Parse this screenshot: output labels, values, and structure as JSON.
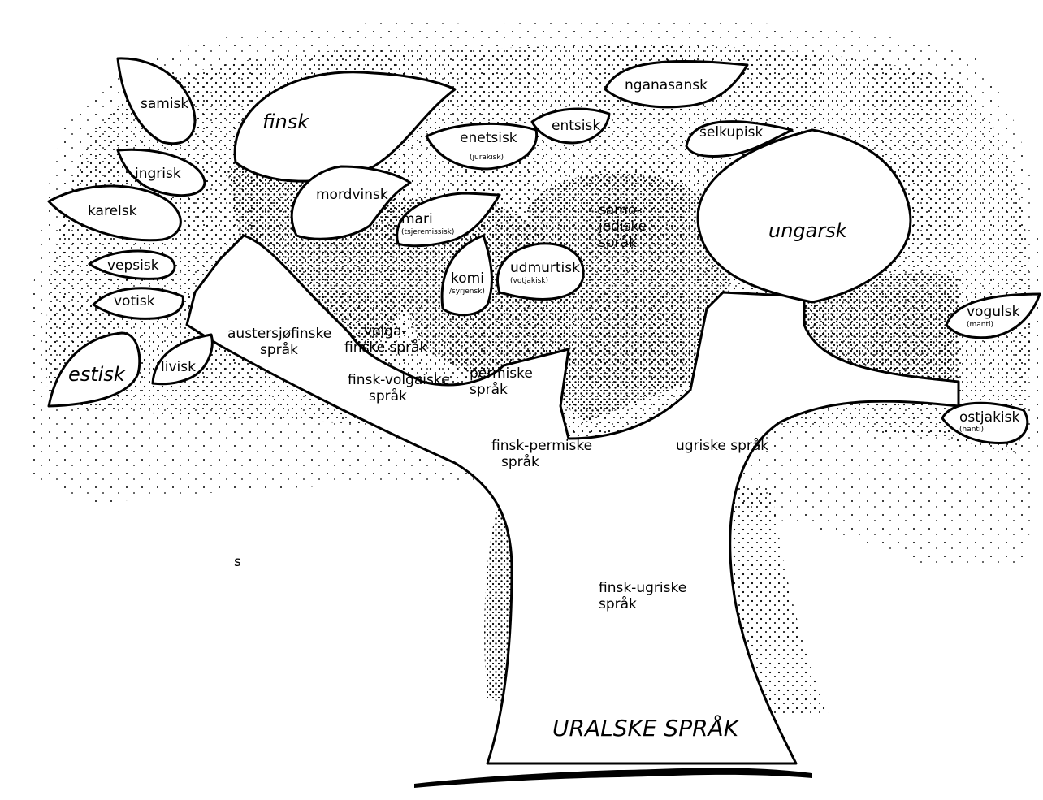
{
  "colors": {
    "ink": "#000000",
    "paper": "#ffffff"
  },
  "root": "URALSKE SPRÅK",
  "branches": {
    "finsk_ugriske": [
      "finsk-ugriske",
      "språk"
    ],
    "ugriske": "ugriske språk",
    "finsk_permiske": [
      "finsk-permiske",
      "språk"
    ],
    "finsk_volgaiske": [
      "finsk-volgaiske",
      "språk"
    ],
    "permiske": [
      "permiske",
      "språk"
    ],
    "volgafinske": [
      "volga-",
      "finske språk"
    ],
    "austersjofinske": [
      "austersjøfinske",
      "språk"
    ],
    "samojediske": [
      "samo-",
      "jediske",
      "språk"
    ]
  },
  "leaves": {
    "samisk": "samisk",
    "finsk": "finsk",
    "ingrisk": "ingrisk",
    "karelsk": "karelsk",
    "vepsisk": "vepsisk",
    "votisk": "votisk",
    "estisk": "estisk",
    "livisk": "livisk",
    "mordvinsk": "mordvinsk",
    "mari": "mari",
    "mari_alt": "(tsjeremissisk)",
    "komi": "komi",
    "komi_alt": "/syrjensk)",
    "udmurtisk": "udmurtisk",
    "udmurtisk_alt": "(votjakisk)",
    "enetsisk": "enetsisk",
    "enetsisk_alt": "(jurakisk)",
    "entsisk": "entsisk",
    "nganasansk": "nganasansk",
    "selkupisk": "selkupisk",
    "ungarsk": "ungarsk",
    "vogulsk": "vogulsk",
    "vogulsk_alt": "(manti)",
    "ostjakisk": "ostjakisk",
    "ostjakisk_alt": "(hanti)"
  },
  "stray_text": "s"
}
